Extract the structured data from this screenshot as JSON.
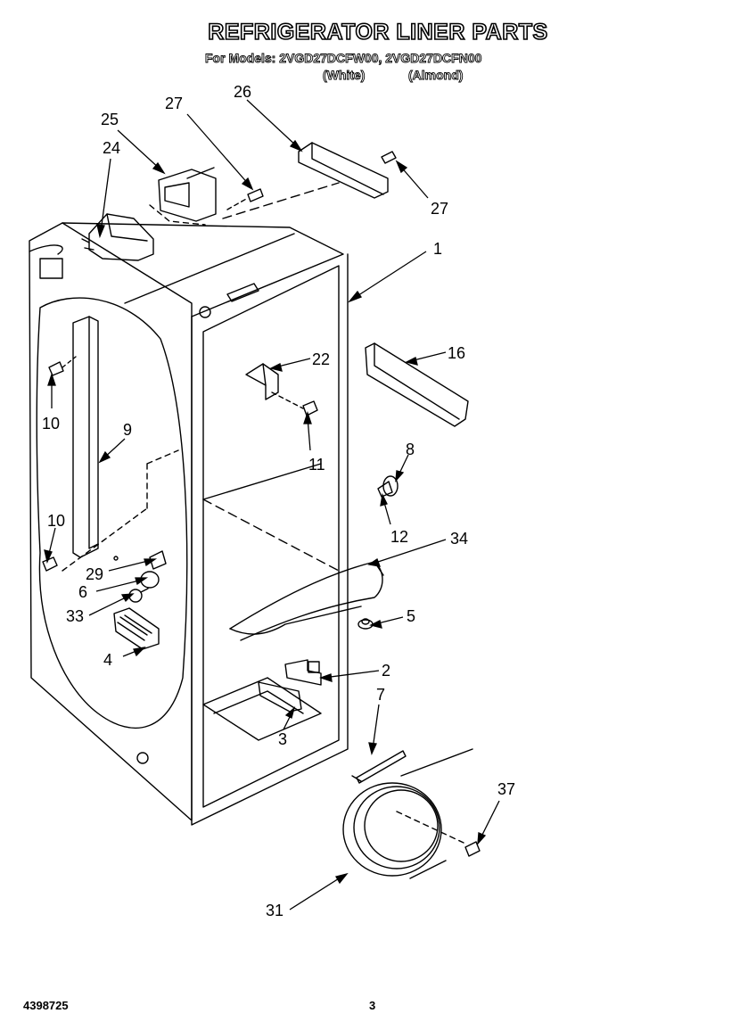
{
  "header": {
    "title": "REFRIGERATOR LINER PARTS",
    "models_line": "For Models: 2VGD27DCFW00, 2VGD27DCFN00",
    "variant_white": "(White)",
    "variant_almond": "(Almond)"
  },
  "footer": {
    "document_number": "4398725",
    "page_number": "3"
  },
  "callouts": {
    "c1": "1",
    "c2": "2",
    "c3": "3",
    "c4": "4",
    "c5": "5",
    "c6": "6",
    "c7": "7",
    "c8": "8",
    "c9": "9",
    "c10a": "10",
    "c10b": "10",
    "c11": "11",
    "c12": "12",
    "c16": "16",
    "c22": "22",
    "c24": "24",
    "c25": "25",
    "c26": "26",
    "c27a": "27",
    "c27b": "27",
    "c29": "29",
    "c31": "31",
    "c33": "33",
    "c34": "34",
    "c37": "37"
  }
}
